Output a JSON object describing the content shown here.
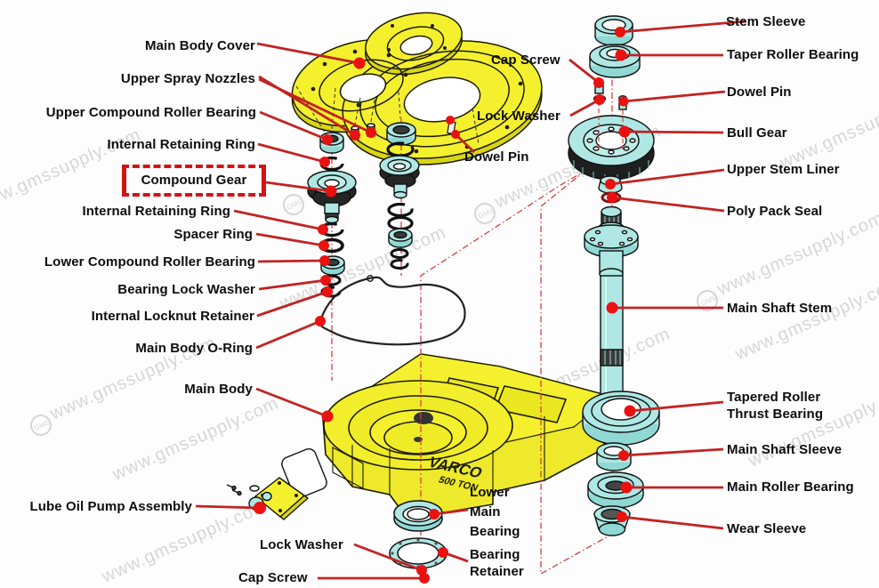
{
  "watermark": {
    "text": "www.gmssupply.com",
    "logo": "GMS"
  },
  "body_markings": {
    "line1": "VARCO",
    "line2": "500 TON"
  },
  "colors": {
    "part_yellow": "#f4f02e",
    "part_cyan": "#aee7e3",
    "leader_red": "#c22323",
    "dot_red": "#ea1111",
    "highlight_box_red": "#d21414",
    "label_black": "#0d0d0d",
    "watermark_gray": "#bcbcbc"
  },
  "labels": [
    {
      "id": "main-body-cover",
      "text": "Main Body Cover"
    },
    {
      "id": "upper-spray-nozzles",
      "text": "Upper Spray Nozzles"
    },
    {
      "id": "upper-compound-roller-bearing",
      "text": "Upper Compound Roller Bearing"
    },
    {
      "id": "internal-retaining-ring-upper",
      "text": "Internal Retaining Ring"
    },
    {
      "id": "compound-gear",
      "text": "Compound Gear"
    },
    {
      "id": "internal-retaining-ring-lower",
      "text": "Internal Retaining Ring"
    },
    {
      "id": "spacer-ring",
      "text": "Spacer Ring"
    },
    {
      "id": "lower-compound-roller-bearing",
      "text": "Lower Compound Roller Bearing"
    },
    {
      "id": "bearing-lock-washer",
      "text": "Bearing Lock Washer"
    },
    {
      "id": "internal-locknut-retainer",
      "text": "Internal Locknut Retainer"
    },
    {
      "id": "main-body-o-ring",
      "text": "Main Body O-Ring"
    },
    {
      "id": "main-body",
      "text": "Main Body"
    },
    {
      "id": "lube-oil-pump-assembly",
      "text": "Lube Oil Pump Assembly"
    },
    {
      "id": "lock-washer-bottom",
      "text": "Lock Washer"
    },
    {
      "id": "cap-screw-bottom",
      "text": "Cap Screw"
    },
    {
      "id": "cap-screw-mid",
      "text": "Cap Screw"
    },
    {
      "id": "lock-washer-mid",
      "text": "Lock Washer"
    },
    {
      "id": "dowel-pin-mid",
      "text": "Dowel Pin"
    },
    {
      "id": "lower-main-bearing",
      "text": "Lower\nMain\nBearing"
    },
    {
      "id": "bearing-retainer",
      "text": "Bearing\nRetainer"
    },
    {
      "id": "stem-sleeve",
      "text": "Stem Sleeve"
    },
    {
      "id": "taper-roller-bearing",
      "text": "Taper Roller Bearing"
    },
    {
      "id": "dowel-pin-right",
      "text": "Dowel Pin"
    },
    {
      "id": "bull-gear",
      "text": "Bull Gear"
    },
    {
      "id": "upper-stem-liner",
      "text": "Upper Stem Liner"
    },
    {
      "id": "poly-pack-seal",
      "text": "Poly Pack Seal"
    },
    {
      "id": "main-shaft-stem",
      "text": "Main Shaft Stem"
    },
    {
      "id": "tapered-roller-thrust-bearing",
      "text": "Tapered Roller\nThrust Bearing"
    },
    {
      "id": "main-shaft-sleeve",
      "text": "Main Shaft Sleeve"
    },
    {
      "id": "main-roller-bearing",
      "text": "Main Roller Bearing"
    },
    {
      "id": "wear-sleeve",
      "text": "Wear Sleeve"
    }
  ]
}
